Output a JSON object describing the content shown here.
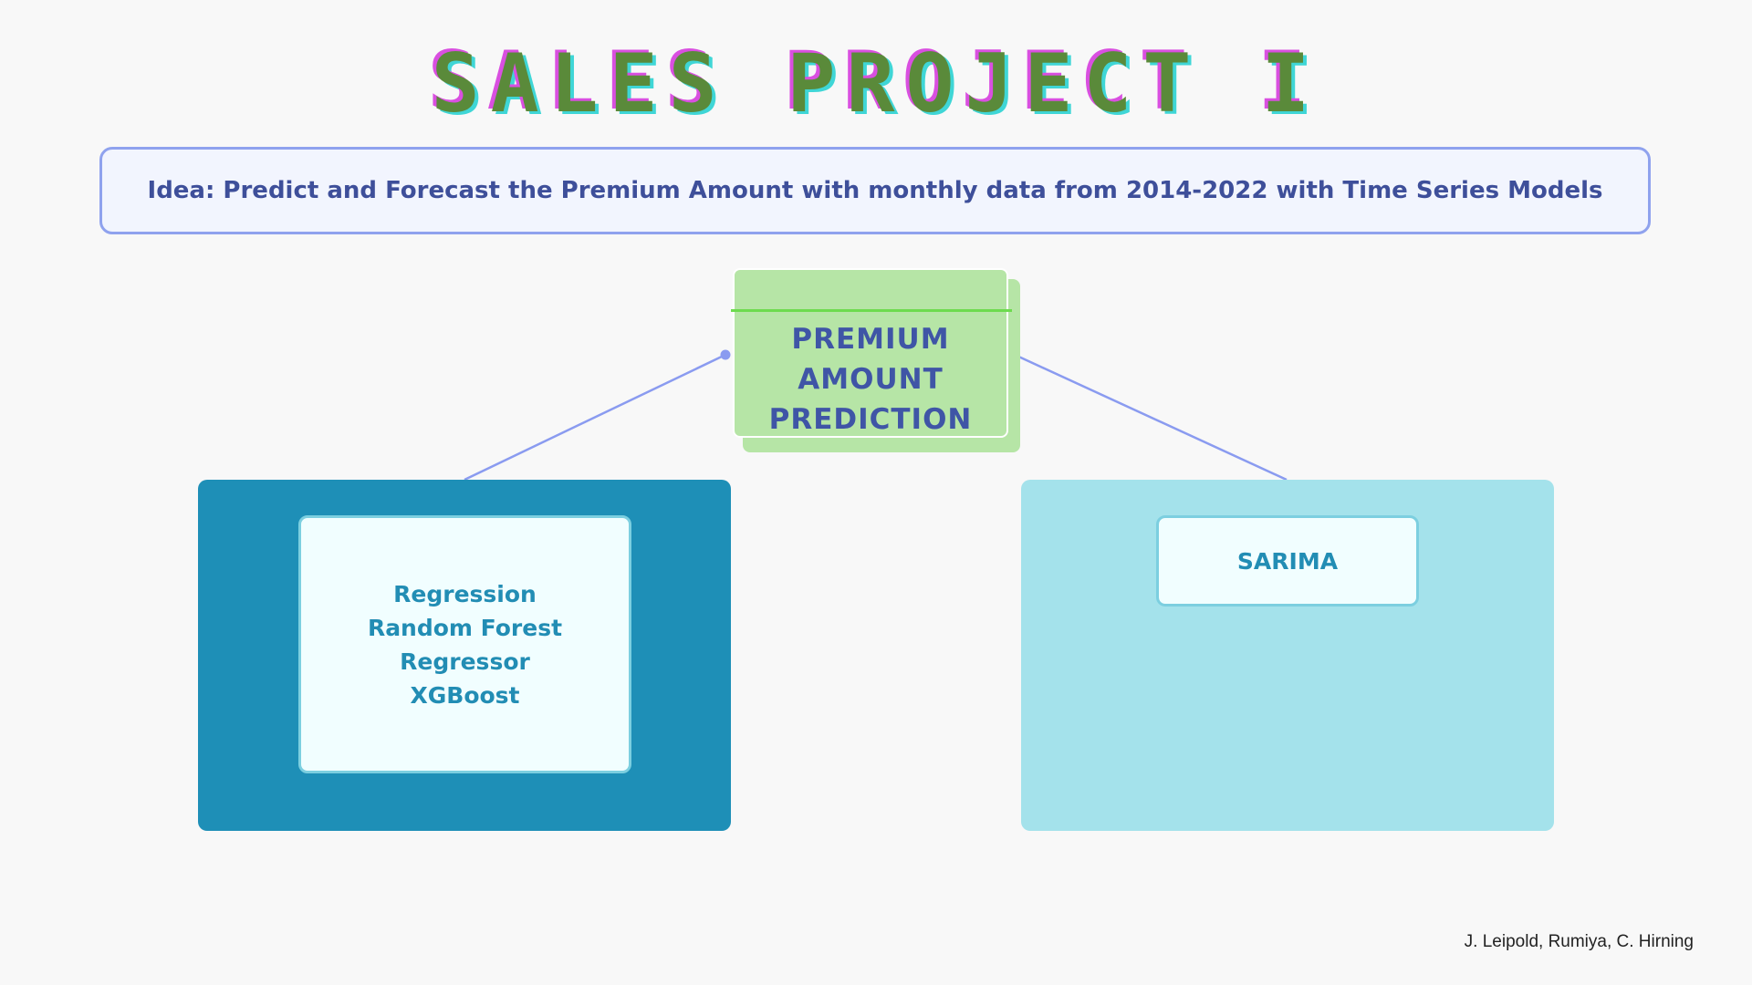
{
  "title": "SALES PROJECT  I",
  "idea": "Idea: Predict and Forecast the Premium Amount with monthly data from 2014-2022 with Time Series Models",
  "central_node": {
    "lines": [
      "PREMIUM",
      "AMOUNT",
      "PREDICTION"
    ]
  },
  "left_branch": {
    "items": [
      "Regression",
      "Random Forest Regressor",
      "XGBoost"
    ]
  },
  "right_branch": {
    "items": [
      "SARIMA"
    ]
  },
  "footer": {
    "authors": "J. Leipold, Rumiya, C. Hirning"
  },
  "colors": {
    "title": "#5a8a3a",
    "accent_pink": "#d94fe0",
    "accent_cyan": "#3fd6d6",
    "central_fill": "#b6e5a6",
    "connector": "#8a9bf0",
    "left_panel": "#1e8fb7",
    "right_panel": "#a4e2eb",
    "card_text": "#228db4"
  }
}
